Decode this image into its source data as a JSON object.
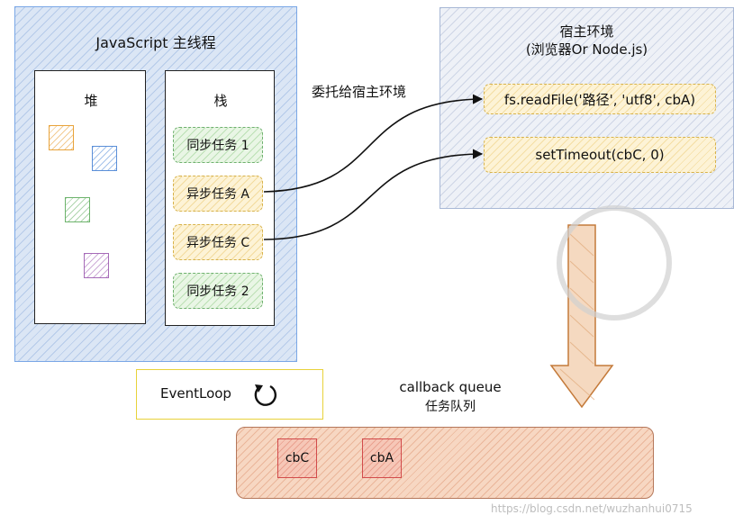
{
  "main_thread": {
    "title": "JavaScript 主线程",
    "heap_label": "堆",
    "stack_label": "栈",
    "stack_tasks": [
      {
        "label": "同步任务 1",
        "kind": "sync"
      },
      {
        "label": "异步任务 A",
        "kind": "async"
      },
      {
        "label": "异步任务 C",
        "kind": "async"
      },
      {
        "label": "同步任务 2",
        "kind": "sync"
      }
    ],
    "heap_colors": [
      "#e8a33a",
      "#5b8fd8",
      "#6cb36b",
      "#a66ab8"
    ]
  },
  "host": {
    "title_line1": "宿主环境",
    "title_line2": "(浏览器Or Node.js)",
    "apis": [
      "fs.readFile('路径', 'utf8', cbA)",
      "setTimeout(cbC, 0)"
    ]
  },
  "delegate_label": "委托给宿主环境",
  "event_loop": {
    "label": "EventLoop",
    "icon": "refresh-icon"
  },
  "queue": {
    "title_line1": "callback queue",
    "title_line2": "任务队列",
    "items": [
      "cbC",
      "cbA"
    ]
  },
  "watermark": "https://blog.csdn.net/wuzhanhui0715",
  "colors": {
    "blue_border": "#7aa7e6",
    "sync_border": "#6fb16f",
    "async_border": "#d7b24a",
    "queue_border": "#b5775a",
    "callback_border": "#d24b4b",
    "eventloop_border": "#e8d23a"
  }
}
